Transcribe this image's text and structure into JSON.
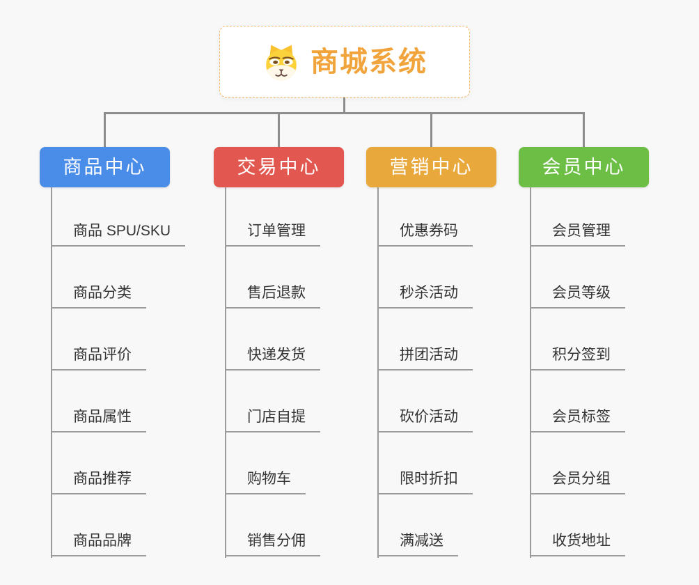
{
  "root": {
    "title": "商城系统",
    "icon": "dog-face-icon",
    "title_color": "#f2a43c",
    "border_color": "#f3b561"
  },
  "branches": [
    {
      "id": "product-center",
      "label": "商品中心",
      "color": "#4a8de8",
      "items": [
        "商品 SPU/SKU",
        "商品分类",
        "商品评价",
        "商品属性",
        "商品推荐",
        "商品品牌"
      ]
    },
    {
      "id": "trade-center",
      "label": "交易中心",
      "color": "#e25750",
      "items": [
        "订单管理",
        "售后退款",
        "快递发货",
        "门店自提",
        "购物车",
        "销售分佣"
      ]
    },
    {
      "id": "marketing-center",
      "label": "营销中心",
      "color": "#e9a83c",
      "items": [
        "优惠券码",
        "秒杀活动",
        "拼团活动",
        "砍价活动",
        "限时折扣",
        "满减送"
      ]
    },
    {
      "id": "member-center",
      "label": "会员中心",
      "color": "#6cbf44",
      "items": [
        "会员管理",
        "会员等级",
        "积分签到",
        "会员标签",
        "会员分组",
        "收货地址"
      ]
    }
  ],
  "connector_color": "#8d8d8d",
  "item_line_color": "#9b9b9b",
  "item_text_color": "#333333",
  "background_color": "#f8f8f8"
}
